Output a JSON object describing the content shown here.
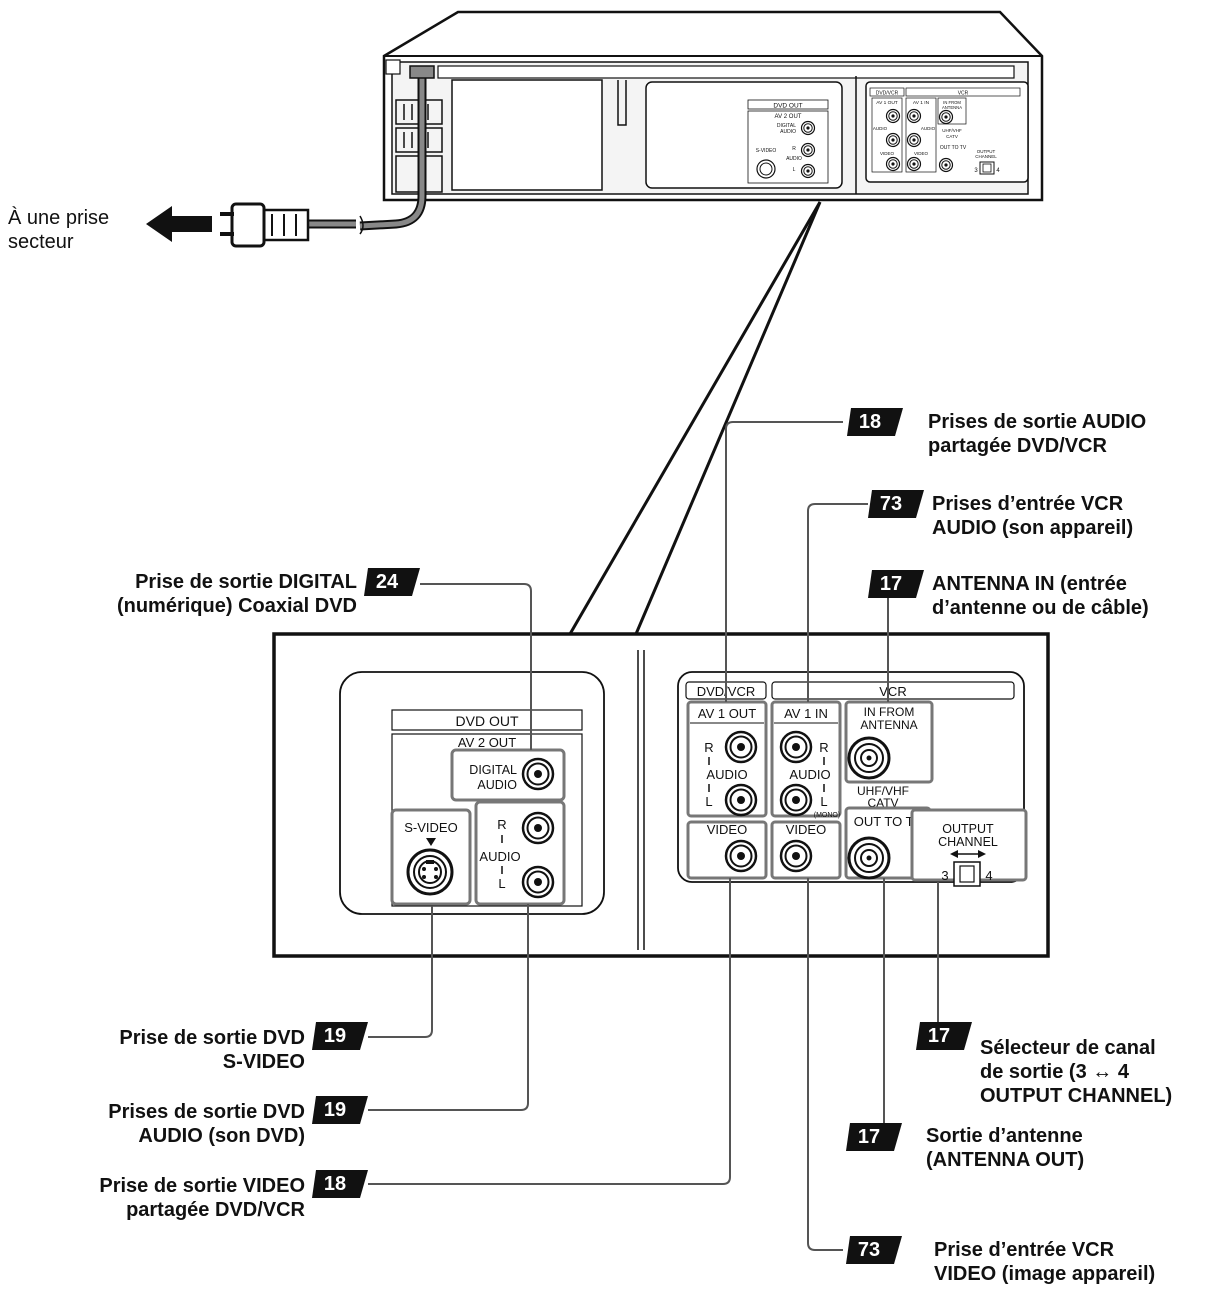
{
  "power": {
    "label_line1": "À une prise",
    "label_line2": "secteur"
  },
  "overview": {
    "dvd_out": "DVD OUT",
    "av2_out": "AV 2 OUT",
    "digital": "DIGITAL",
    "audio": "AUDIO",
    "s_video": "S-VIDEO",
    "r": "R",
    "l": "L",
    "dvd_vcr": "DVD/VCR",
    "vcr": "VCR",
    "av1_out": "AV 1 OUT",
    "av1_in": "AV 1 IN",
    "video": "VIDEO",
    "in_from": "IN FROM",
    "antenna": "ANTENNA",
    "uhf_vhf": "UHF/VHF",
    "catv": "CATV",
    "out_to_tv": "OUT TO TV",
    "output": "OUTPUT",
    "channel": "CHANNEL",
    "ch3": "3",
    "ch4": "4"
  },
  "panel": {
    "dvd_out": "DVD OUT",
    "av2_out": "AV 2 OUT",
    "digital": "DIGITAL",
    "audio": "AUDIO",
    "r": "R",
    "l": "L",
    "s_video": "S-VIDEO",
    "dvd_vcr": "DVD/VCR",
    "vcr": "VCR",
    "av1_out": "AV 1 OUT",
    "av1_in": "AV 1 IN",
    "mono": "(MONO)",
    "video": "VIDEO",
    "in_from": "IN FROM",
    "antenna": "ANTENNA",
    "uhf_vhf": "UHF/VHF",
    "catv": "CATV",
    "out_to_tv": "OUT TO TV",
    "output": "OUTPUT",
    "channel": "CHANNEL",
    "ch3": "3",
    "ch4": "4"
  },
  "callouts": {
    "audio_out_shared": {
      "page": "18",
      "line1": "Prises de sortie AUDIO",
      "line2": "partagée DVD/VCR"
    },
    "vcr_audio_in": {
      "page": "73",
      "line1": "Prises d’entrée VCR",
      "line2": "AUDIO (son appareil)"
    },
    "antenna_in": {
      "page": "17",
      "line1": "ANTENNA IN (entrée",
      "line2": "d’antenne ou de câble)"
    },
    "digital_coax": {
      "page": "24",
      "line1": "Prise de sortie DIGITAL",
      "line2": "(numérique) Coaxial DVD"
    },
    "dvd_svideo": {
      "page": "19",
      "line1": "Prise de sortie DVD",
      "line2": "S-VIDEO"
    },
    "dvd_audio": {
      "page": "19",
      "line1": "Prises de sortie DVD",
      "line2": "AUDIO (son DVD)"
    },
    "video_out_shared": {
      "page": "18",
      "line1": "Prise de sortie VIDEO",
      "line2": "partagée DVD/VCR"
    },
    "channel_selector": {
      "page": "17",
      "line1": "Sélecteur de canal",
      "line2": "de sortie (3 ↔ 4",
      "line3": "OUTPUT CHANNEL)"
    },
    "antenna_out": {
      "page": "17",
      "line1": "Sortie d’antenne",
      "line2": "(ANTENNA OUT)"
    },
    "vcr_video_in": {
      "page": "73",
      "line1": "Prise d’entrée VCR",
      "line2": "VIDEO (image appareil)"
    }
  },
  "colors": {
    "line": "#111111",
    "leader": "#555555",
    "device_fill": "#f4f4f4",
    "badge": "#111111"
  }
}
